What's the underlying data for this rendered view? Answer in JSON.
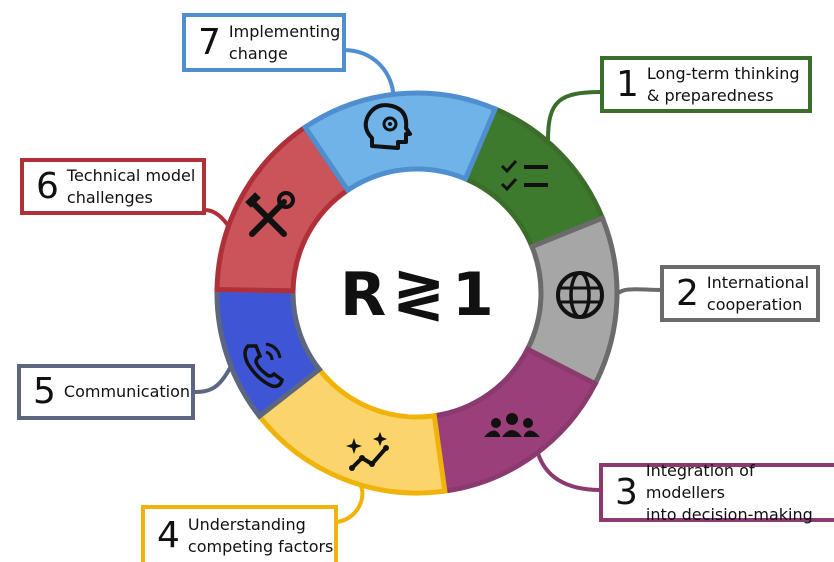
{
  "center": {
    "left": "R",
    "right": "1",
    "operator": "≷"
  },
  "segments": [
    {
      "number": "1",
      "text": "Long-term thinking\n& preparedness",
      "color": "#3d7a2e",
      "icon": "checklist-icon"
    },
    {
      "number": "2",
      "text": "International\ncooperation",
      "color": "#a6a6a6",
      "icon": "globe-icon"
    },
    {
      "number": "3",
      "text": "Integration of modellers\ninto decision-making",
      "color": "#9b3f7a",
      "icon": "team-icon"
    },
    {
      "number": "4",
      "text": "Understanding\ncompeting factors",
      "color": "#fbd56b",
      "icon": "sparkle-trend-icon"
    },
    {
      "number": "5",
      "text": "Communication",
      "color": "#3e55d6",
      "icon": "phone-call-icon"
    },
    {
      "number": "6",
      "text": "Technical model\nchallenges",
      "color": "#c9555b",
      "icon": "tools-icon"
    },
    {
      "number": "7",
      "text": "Implementing\nchange",
      "color": "#6fb3e8",
      "icon": "head-gear-icon"
    }
  ],
  "borders": {
    "1": "#3b6e2a",
    "2": "#6b6b6b",
    "3": "#8b3a70",
    "4": "#f0b30a",
    "5": "#5c6680",
    "6": "#b0303a",
    "7": "#4f8fd0"
  }
}
